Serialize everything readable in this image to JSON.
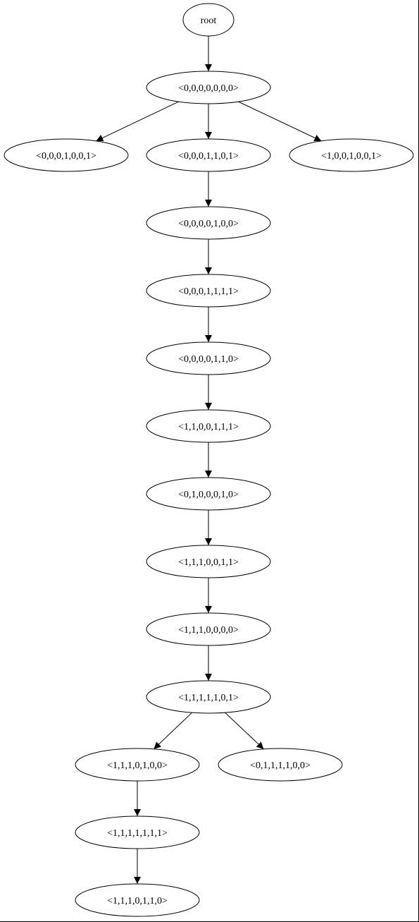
{
  "diagram": {
    "type": "tree",
    "nodes": [
      {
        "id": "n0",
        "label": "root"
      },
      {
        "id": "n1",
        "label": "<0,0,0,0,0,0,0>"
      },
      {
        "id": "n2",
        "label": "<0,0,0,1,0,0,1>"
      },
      {
        "id": "n3",
        "label": "<0,0,0,1,1,0,1>"
      },
      {
        "id": "n4",
        "label": "<1,0,0,1,0,0,1>"
      },
      {
        "id": "n5",
        "label": "<0,0,0,0,1,0,0>"
      },
      {
        "id": "n6",
        "label": "<0,0,0,1,1,1,1>"
      },
      {
        "id": "n7",
        "label": "<0,0,0,0,1,1,0>"
      },
      {
        "id": "n8",
        "label": "<1,1,0,0,1,1,1>"
      },
      {
        "id": "n9",
        "label": "<0,1,0,0,0,1,0>"
      },
      {
        "id": "n10",
        "label": "<1,1,1,0,0,1,1>"
      },
      {
        "id": "n11",
        "label": "<1,1,1,0,0,0,0>"
      },
      {
        "id": "n12",
        "label": "<1,1,1,1,1,0,1>"
      },
      {
        "id": "n13",
        "label": "<1,1,1,0,1,0,0>"
      },
      {
        "id": "n14",
        "label": "<0,1,1,1,1,0,0>"
      },
      {
        "id": "n15",
        "label": "<1,1,1,1,1,1,1>"
      },
      {
        "id": "n16",
        "label": "<1,1,1,0,1,1,0>"
      }
    ],
    "edges": [
      {
        "from": "n0",
        "to": "n1"
      },
      {
        "from": "n1",
        "to": "n2"
      },
      {
        "from": "n1",
        "to": "n3"
      },
      {
        "from": "n1",
        "to": "n4"
      },
      {
        "from": "n3",
        "to": "n5"
      },
      {
        "from": "n5",
        "to": "n6"
      },
      {
        "from": "n6",
        "to": "n7"
      },
      {
        "from": "n7",
        "to": "n8"
      },
      {
        "from": "n8",
        "to": "n9"
      },
      {
        "from": "n9",
        "to": "n10"
      },
      {
        "from": "n10",
        "to": "n11"
      },
      {
        "from": "n11",
        "to": "n12"
      },
      {
        "from": "n12",
        "to": "n13"
      },
      {
        "from": "n12",
        "to": "n14"
      },
      {
        "from": "n13",
        "to": "n15"
      },
      {
        "from": "n15",
        "to": "n16"
      }
    ]
  },
  "colors": {
    "stroke": "#000000",
    "background": "#ffffff"
  }
}
